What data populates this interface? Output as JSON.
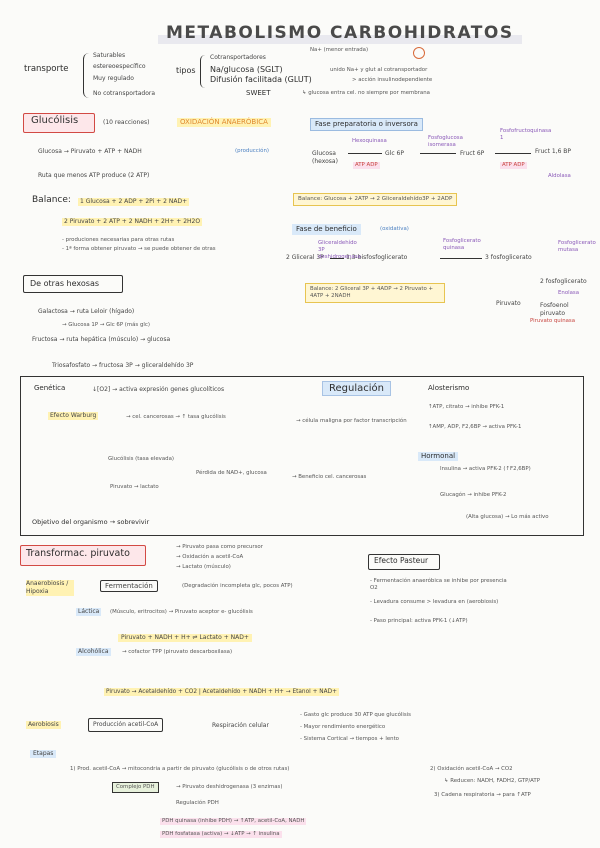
{
  "title": "METABOLISMO CARBOHIDRATOS",
  "header": {
    "transporte_label": "transporte",
    "transporte_props": [
      "Saturables",
      "estereoespecífico",
      "Muy regulado",
      "No cotransportadora"
    ],
    "tipos_label": "tipos",
    "tipos_items": [
      "Cotransportadores",
      "Na/glucosa (SGLT)",
      "Difusión facilitada (GLUT)",
      "SWEET"
    ],
    "tipos_notes": [
      "Na+ (menor entrada)",
      "unido Na+ y glut al cotransportador",
      "> acción insulinodependiente"
    ],
    "glut_note": "↳ glucosa entra cel. no siempre por membrana"
  },
  "glucolisis": {
    "title": "Glucólisis",
    "subtitle": "(10 reacciones)",
    "oxidation": "OXIDACIÓN ANAERÓBICA",
    "line1": "Glucosa → Piruvato + ATP + NADH",
    "line1_note": "(producción)",
    "line2": "Ruta que menos ATP produce (2 ATP)",
    "balance_label": "Balance:",
    "balance_line1": "1 Glucosa + 2 ADP + 2Pi + 2 NAD+",
    "balance_line2": "2 Piruvato + 2 ATP + 2 NADH + 2H+ + 2H2O",
    "notes": [
      "- produciones necesarias para otras rutas",
      "- 1ª forma obtener piruvato → se puede obtener de otras"
    ],
    "fase_prep": "Fase preparatoria o inversora",
    "fase_benef": "Fase de beneficio",
    "fase_benef_note": "(oxidativa)",
    "prep_metabolites": [
      "Glucosa (hexosa)",
      "Glc 6P",
      "Fruct 6P",
      "Fruct 1,6 BP"
    ],
    "prep_enzymes": [
      "Hexoquinasa",
      "Fosfoglucosa isomerasa",
      "Fosfofructoquinasa 1",
      "Aldolasa"
    ],
    "balance_prep": "Balance: Glucosa + 2ATP → 2 Gliceraldehído3P + 2ADP",
    "benef_metabolites": [
      "2 Gliceral 3P",
      "1,3-bisfosfoglicerato",
      "3 fosfoglicerato",
      "2 fosfoglicerato",
      "Fosfoenol piruvato",
      "Piruvato"
    ],
    "benef_enzymes": [
      "Gliceraldehído 3P deshidrogenasa",
      "Fosfoglicerato quinasa",
      "Fosfoglicerato mutasa",
      "Enolasa",
      "Piruvato quinasa"
    ],
    "balance_benef": "Balance: 2 Gliceral 3P + 4ADP → 2 Piruvato + 4ATP + 2NADH"
  },
  "otros": {
    "title": "De otras hexosas",
    "galactosa": "Galactosa → ruta Leloir (hígado)",
    "galactosa2": "→ Glucosa 1P → Glc 6P (más glc)",
    "fructosa": "Fructosa → ruta hepática (músculo) → glucosa",
    "triosas": "Triosafosfato → fructosa 3P → gliceraldehído 3P"
  },
  "regulacion": {
    "title": "Regulación",
    "genetica": "Genética",
    "efecto_warburg": "Efecto Warburg",
    "gen_text": "↓[O2] → activa expresión genes glucolíticos",
    "alosterismo": "Alosterismo",
    "alo_lines": [
      "↑ATP, citrato → inhibe PFK-1",
      "↑AMP, ADP, F2,6BP → activa PFK-1",
      "Insulina → activa PFK-2 (↑F2,6BP)",
      "Glucagón → inhibe PFK-2",
      "(Alta glucosa) → Lo más activo"
    ],
    "hormonal": "Hormonal",
    "objetivo": "Objetivo del organismo → sobrevivir"
  },
  "piruvato": {
    "title": "Transformac. piruvato",
    "pasteur_title": "Efecto Pasteur",
    "pasteur_lines": [
      "- Fermentación anaeróbica se inhibe por presencia O2",
      "- Levadura consume > levadura en (aerobiosis)",
      "- Paso principal: activa PFK-1 (↓ATP)"
    ],
    "anaerobiosis": "Anaerobiosis / Hipoxia",
    "fermentacion": "Fermentación",
    "ferm_note": "(Degradación incompleta glc, pocos ATP)",
    "lactica": "Láctica",
    "lactica_text": "(Músculo, eritrocitos) → Piruvato aceptor e- glucólisis",
    "reaccion": "Piruvato + NADH + H+ ⇌ Lactato + NAD+",
    "alcoholica": "Alcohólica",
    "alc_text": "→ cofactor TPP (piruvato descarboxilasa)",
    "alc_line": "Piruvato → Acetaldehído + CO2 | Acetaldehído + NADH + H+ → Etanol + NAD+",
    "aerobiosis": "Aerobiosis",
    "prod_acetil": "Producción acetil-CoA",
    "respiracion": "Respiración celular",
    "resp_notes": [
      "- Gasto glc produce 30 ATP que glucólisis",
      "- Mayor rendimiento energético",
      "- Sistema Cortical → tiempos + lento"
    ],
    "etapas": "Etapas",
    "etapa1": "1) Prod. acetil-CoA → mitocondria a partir de piruvato (glucólisis o de otros rutas)",
    "etapa2": "2) Oxidación acetil-CoA → CO2",
    "etapa2_note": "↳ Reducen: NADH, FADH2, GTP/ATP",
    "etapa3": "3) Cadena respiratoria → para ↑ATP",
    "complejo": "Complejo PDH",
    "complejo_text": "→ Piruvato deshidrogenasa (3 enzimas)",
    "regulacion_pdh": "Regulación PDH",
    "pdh_inact": "PDH quinasa (inhibe PDH) → ↑ATP, acetil-CoA, NADH",
    "pdh_act": "PDH fosfatasa (activa) → ↓ATP → ↑ insulina"
  }
}
